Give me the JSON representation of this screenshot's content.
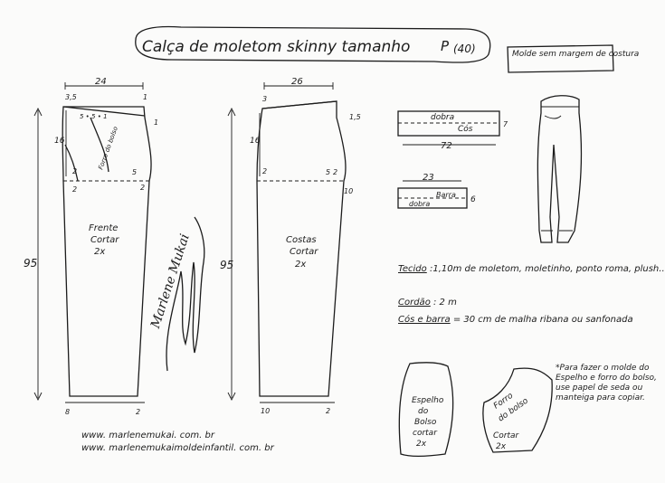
{
  "title": {
    "main": "Calça de moletom skinny tamanho",
    "size": "P",
    "size_num": "(40)"
  },
  "note_box": "Molde sem margem de costura",
  "front": {
    "label": "Frente",
    "cut": "Cortar",
    "qty": "2x",
    "top_width": "24",
    "top_left": "3,5",
    "top_right": "1",
    "pocket_marks": "5 • 5 • 1",
    "right_1": "1",
    "rise": "16",
    "pocket": "Forro do bolso",
    "crotch_a": "2",
    "crotch_b": "2",
    "side_a": "5",
    "side_b": "2",
    "length": "95",
    "hem_left": "8",
    "hem_right": "2"
  },
  "back": {
    "label": "Costas",
    "cut": "Cortar",
    "qty": "2x",
    "top_width": "26",
    "top_left": "3",
    "right_top": "1,5",
    "rise": "16",
    "crotch_a": "2",
    "side_a": "5",
    "side_b": "2",
    "side_c": "10",
    "length": "95",
    "hem_left": "10",
    "hem_right": "2"
  },
  "waistband": {
    "fold": "dobra",
    "name": "Cós",
    "length": "72",
    "height": "7"
  },
  "cuff": {
    "width": "23",
    "name": "Barra",
    "fold": "dobra",
    "height": "6"
  },
  "materials": {
    "fabric_label": "Tecido",
    "fabric_text": ":1,10m de moletom, moletinho, ponto roma, plush...",
    "cord_label": "Cordão",
    "cord_text": ": 2 m",
    "band_label": "Cós e barra",
    "band_text": "= 30 cm de malha ribana ou sanfonada"
  },
  "mirror_piece": {
    "line1": "Espelho",
    "line2": "do",
    "line3": "Bolso",
    "cut": "cortar",
    "qty": "2x"
  },
  "lining_piece": {
    "line1": "Forro",
    "line2": "do bolso",
    "cut": "Cortar",
    "qty": "2x"
  },
  "tip": "*Para fazer o molde do Espelho e forro do bolso, use papel de seda ou manteiga para copiar.",
  "signature": "Marlene Mukai",
  "urls": {
    "line1": "www. marlenemukai. com. br",
    "line2": "www. marlenemukaimoldeinfantil. com. br"
  }
}
